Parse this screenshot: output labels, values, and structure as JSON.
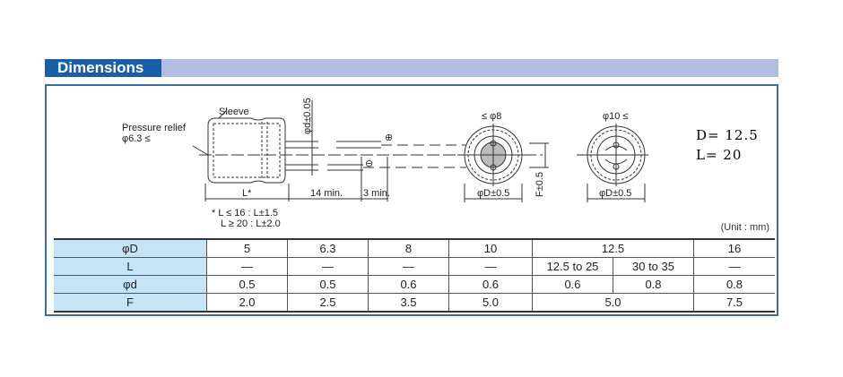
{
  "header": {
    "title": "Dimensions"
  },
  "drawing": {
    "sleeve": "Sleeve",
    "pressure_relief": "Pressure relief",
    "pressure_relief_dia": "φ6.3 ≤",
    "lead_dia": "φd±0.05",
    "length": "L*",
    "lead_min": "14 min.",
    "end_min": "3 min.",
    "note1": "* L ≤ 16 : L±1.5",
    "note2": "L ≥ 20 : L±2.0",
    "small_dia": "≤ φ8",
    "large_dia": "φ10 ≤",
    "body_dia1": "φD±0.5",
    "body_dia2": "φD±0.5",
    "pitch": "F±0.5",
    "plus": "⊕",
    "minus": "⊖"
  },
  "selection": {
    "d": "D= 12.5",
    "l": "L= 20"
  },
  "unit": "(Unit : mm)",
  "table": {
    "rows": [
      {
        "label": "φD",
        "cells": [
          {
            "v": "5"
          },
          {
            "v": "6.3"
          },
          {
            "v": "8"
          },
          {
            "v": "10"
          },
          {
            "v": "12.5",
            "span": 2
          },
          {
            "v": "16"
          }
        ]
      },
      {
        "label": "L",
        "cells": [
          {
            "v": "—"
          },
          {
            "v": "—"
          },
          {
            "v": "—"
          },
          {
            "v": "—"
          },
          {
            "v": "12.5 to 25"
          },
          {
            "v": "30 to 35"
          },
          {
            "v": "—"
          }
        ]
      },
      {
        "label": "φd",
        "cells": [
          {
            "v": "0.5"
          },
          {
            "v": "0.5"
          },
          {
            "v": "0.6"
          },
          {
            "v": "0.6"
          },
          {
            "v": "0.6"
          },
          {
            "v": "0.8"
          },
          {
            "v": "0.8"
          }
        ]
      },
      {
        "label": "F",
        "cells": [
          {
            "v": "2.0"
          },
          {
            "v": "2.5"
          },
          {
            "v": "3.5"
          },
          {
            "v": "5.0"
          },
          {
            "v": "5.0",
            "span": 2
          },
          {
            "v": "7.5"
          }
        ]
      }
    ]
  }
}
